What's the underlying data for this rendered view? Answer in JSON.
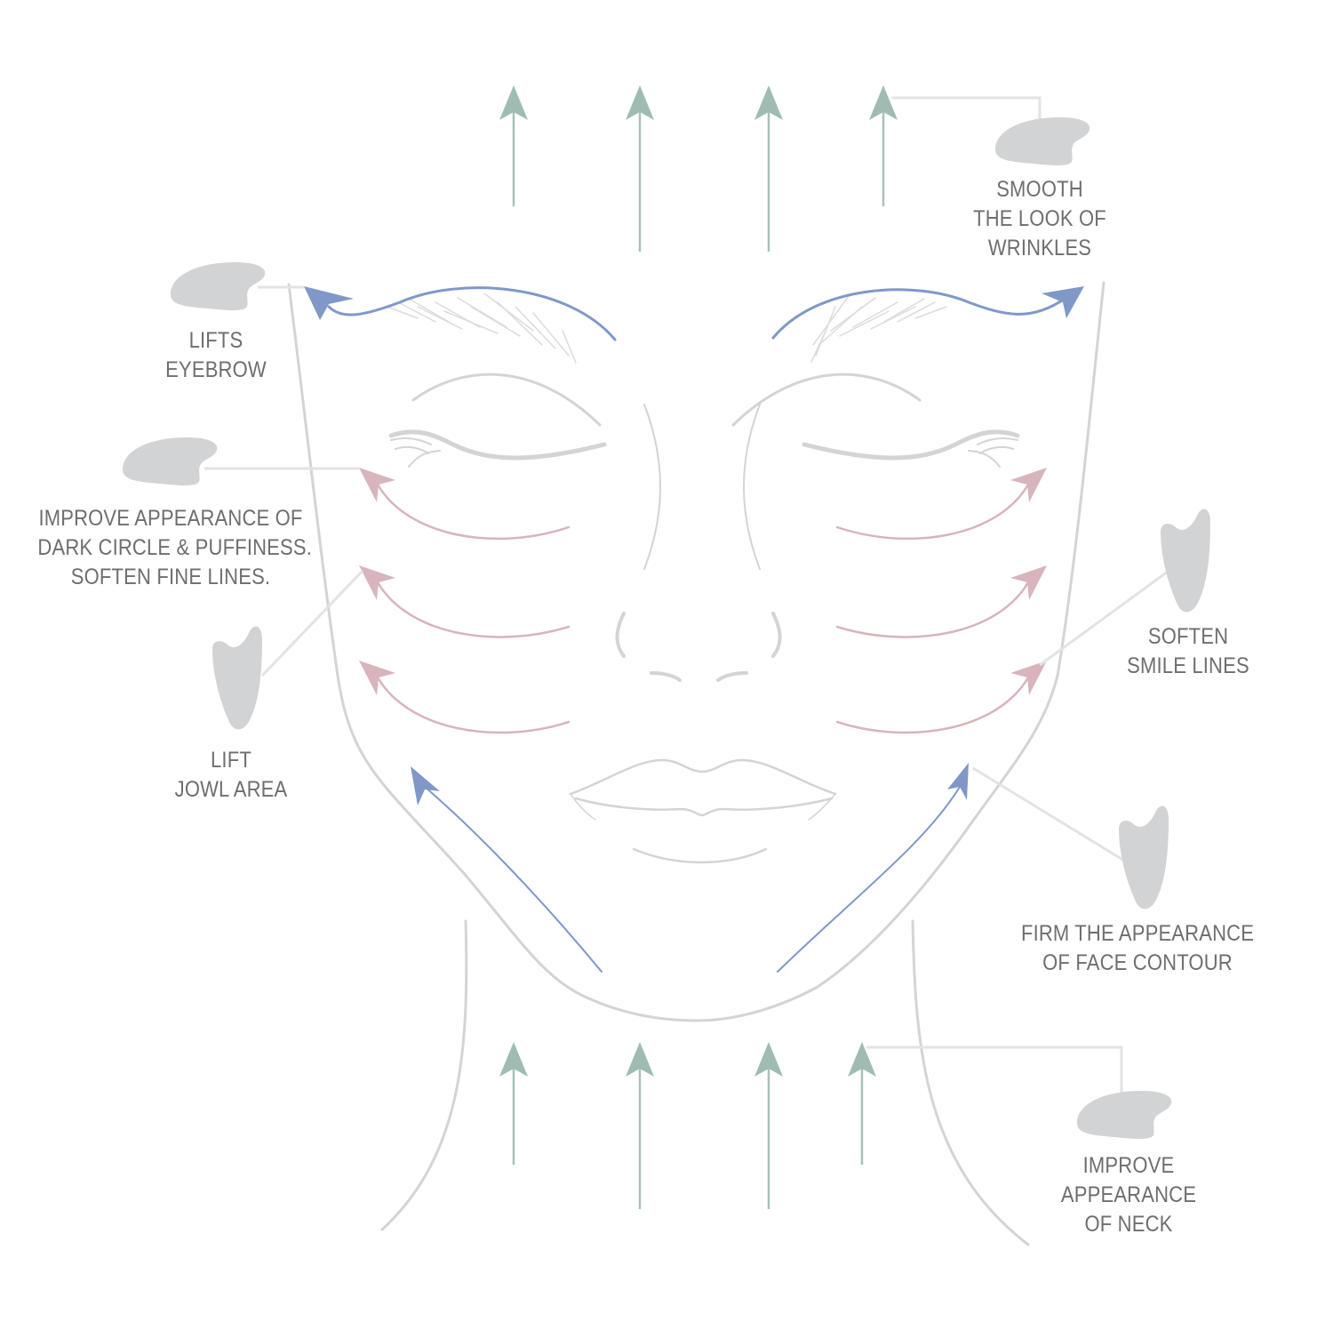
{
  "colors": {
    "background": "#ffffff",
    "face_outline": "#d4d4d5",
    "label_text": "#6d6e70",
    "tool_fill": "#d1d3d4",
    "leader_line": "#e3e3e3",
    "green_arrow": "#9fbcb2",
    "green_arrow_shaft": "#a9c0bb",
    "blue_arrow": "#7f98c8",
    "pink_arrow": "#d8b4bc"
  },
  "icons": {
    "gua_sha_tool": "gua-sha-stone-icon",
    "arrow_up": "arrow-up-icon",
    "curved_arrow": "curved-arrow-icon"
  },
  "annotations": {
    "wrinkles": {
      "lines": [
        "SMOOTH",
        "THE LOOK OF",
        "WRINKLES"
      ]
    },
    "eyebrow": {
      "lines": [
        "LIFTS",
        "EYEBROW"
      ]
    },
    "dark_circles": {
      "lines": [
        "IMPROVE APPEARANCE OF",
        "DARK CIRCLE & PUFFINESS.",
        "SOFTEN FINE LINES."
      ]
    },
    "jowl": {
      "lines": [
        "LIFT",
        "JOWL AREA"
      ]
    },
    "smile_lines": {
      "lines": [
        "SOFTEN",
        "SMILE LINES"
      ]
    },
    "face_contour": {
      "lines": [
        "FIRM THE APPEARANCE",
        "OF FACE CONTOUR"
      ]
    },
    "neck": {
      "lines": [
        "IMPROVE",
        "APPEARANCE",
        "OF NECK"
      ]
    }
  },
  "stroke_groups": {
    "forehead_arrows": 4,
    "eyebrow_arrows": 2,
    "under_eye_cheek_arrows_per_side": 3,
    "jawline_arrows": 2,
    "neck_arrows": 4
  }
}
